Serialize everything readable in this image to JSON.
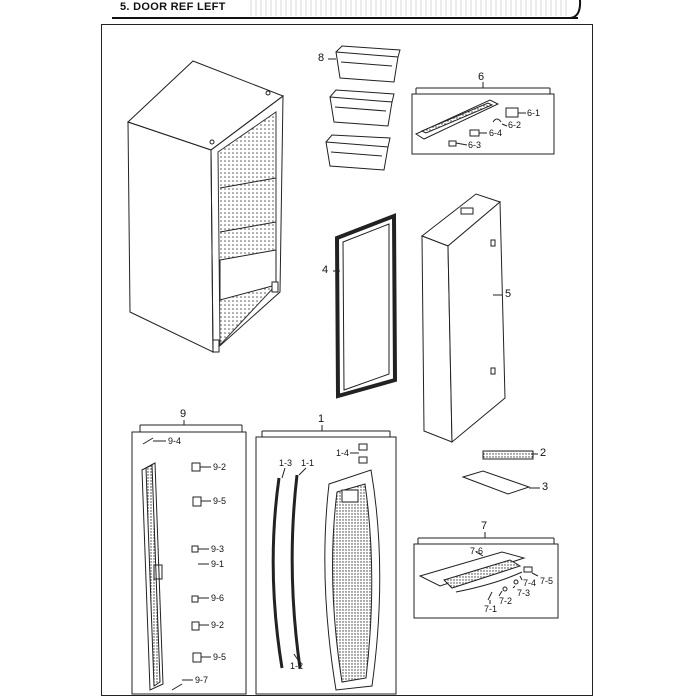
{
  "header": {
    "title": "5. DOOR REF LEFT"
  },
  "callouts": {
    "c8": "8",
    "c6": "6",
    "c6_1": "6-1",
    "c6_2": "6-2",
    "c6_4": "6-4",
    "c6_3": "6-3",
    "c4": "4",
    "c5": "5",
    "c9": "9",
    "c9_4": "9-4",
    "c9_2a": "9-2",
    "c9_5a": "9-5",
    "c9_3": "9-3",
    "c9_1": "9-1",
    "c9_6": "9-6",
    "c9_2b": "9-2",
    "c9_5b": "9-5",
    "c9_7": "9-7",
    "c1": "1",
    "c1_4": "1-4",
    "c1_3": "1-3",
    "c1_1": "1-1",
    "c1_2": "1-2",
    "c2": "2",
    "c3": "3",
    "c7": "7",
    "c7_6": "7-6",
    "c7_4": "7-4",
    "c7_5": "7-5",
    "c7_3": "7-3",
    "c7_2": "7-2",
    "c7_1": "7-1"
  }
}
